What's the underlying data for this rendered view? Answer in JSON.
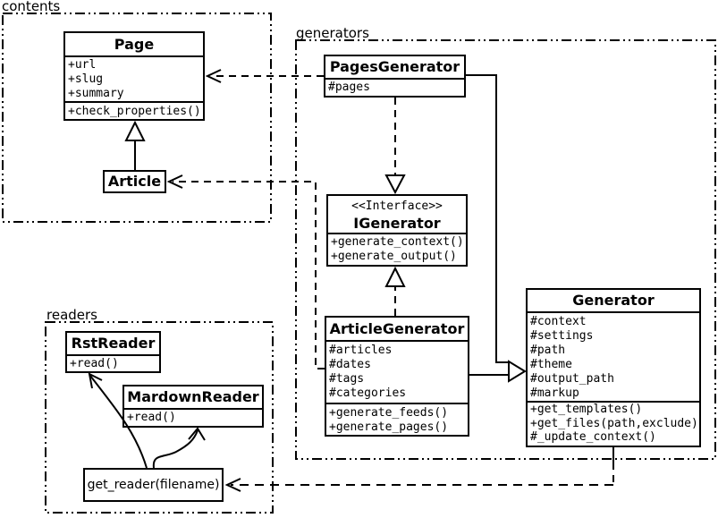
{
  "diagram": {
    "background": "#ffffff",
    "line_color": "#000000",
    "packages": {
      "contents": "contents",
      "generators": "generators",
      "readers": "readers"
    },
    "classes": {
      "page": {
        "name": "Page",
        "attributes": [
          "+url",
          "+slug",
          "+summary"
        ],
        "methods": [
          "+check_properties()"
        ]
      },
      "article": {
        "name": "Article"
      },
      "pages_generator": {
        "name": "PagesGenerator",
        "attributes": [
          "#pages"
        ]
      },
      "igenerator": {
        "stereotype": "<<Interface>>",
        "name": "IGenerator",
        "methods": [
          "+generate_context()",
          "+generate_output()"
        ]
      },
      "article_generator": {
        "name": "ArticleGenerator",
        "attributes": [
          "#articles",
          "#dates",
          "#tags",
          "#categories"
        ],
        "methods": [
          "+generate_feeds()",
          "+generate_pages()"
        ]
      },
      "generator": {
        "name": "Generator",
        "attributes": [
          "#context",
          "#settings",
          "#path",
          "#theme",
          "#output_path",
          "#markup"
        ],
        "methods": [
          "+get_templates()",
          "+get_files(path,exclude)",
          "#_update_context()"
        ]
      },
      "rst_reader": {
        "name": "RstReader",
        "methods": [
          "+read()"
        ]
      },
      "mardown_reader": {
        "name": "MardownReader",
        "methods": [
          "+read()"
        ]
      },
      "get_reader": {
        "label": "get_reader(filename)"
      }
    }
  }
}
